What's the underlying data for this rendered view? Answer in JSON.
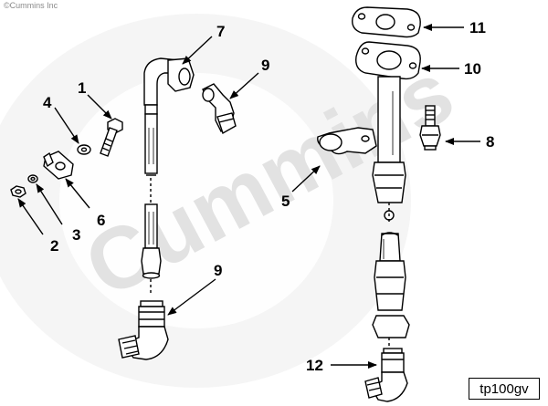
{
  "copyright": "©Cummins Inc",
  "watermark": "Cummins",
  "ref_code": "tp100gv",
  "callouts": [
    "1",
    "2",
    "3",
    "4",
    "5",
    "6",
    "7",
    "8",
    "9",
    "9",
    "10",
    "11",
    "12"
  ]
}
